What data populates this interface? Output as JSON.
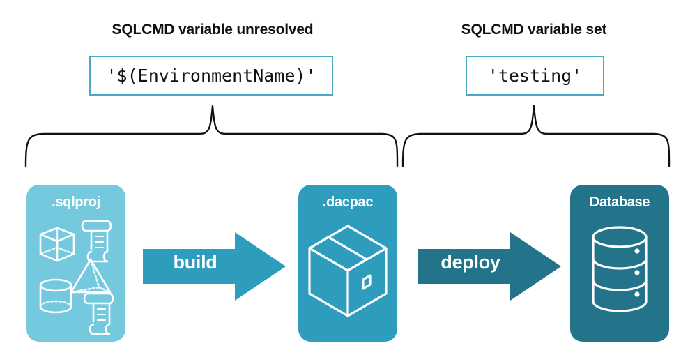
{
  "headings": {
    "left": "SQLCMD variable unresolved",
    "right": "SQLCMD variable set"
  },
  "code_values": {
    "left": "'$(EnvironmentName)'",
    "right": "'testing'"
  },
  "stages": [
    {
      "id": "sqlproj",
      "label": ".sqlproj",
      "color": "#75C9DE",
      "icons": [
        "cube-icon",
        "scroll-icon",
        "pyramid-icon",
        "cylinder-icon",
        "scroll-icon"
      ]
    },
    {
      "id": "dacpac",
      "label": ".dacpac",
      "color": "#2E9CBD",
      "icons": [
        "package-box-icon"
      ]
    },
    {
      "id": "database",
      "label": "Database",
      "color": "#23748A",
      "icons": [
        "database-cylinder-icon"
      ]
    }
  ],
  "arrows": [
    {
      "id": "build",
      "label": "build",
      "color": "#2E9CBD"
    },
    {
      "id": "deploy",
      "label": "deploy",
      "color": "#23748A"
    }
  ],
  "colors": {
    "code_border": "#4BA6C8",
    "brace": "#111111",
    "background": "#FFFFFF",
    "text_dark": "#111111",
    "text_light": "#FFFFFF"
  }
}
